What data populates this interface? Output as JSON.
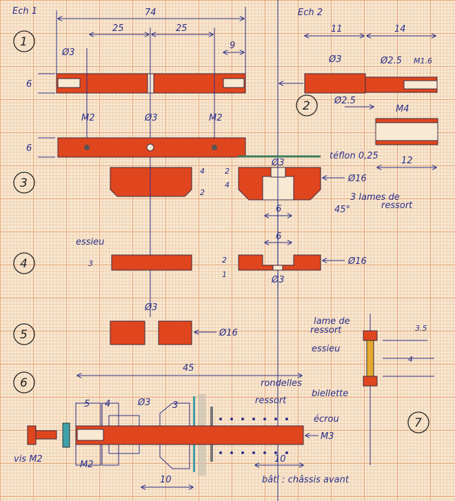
{
  "scales": {
    "left": "Ech 1",
    "right": "Ech 2"
  },
  "parts": {
    "p1": {
      "number": "1",
      "dim_total": "74",
      "dim_a": "25",
      "dim_b": "25",
      "dim_end": "9",
      "dia": "Ø3",
      "thread_left": "M2",
      "hole_center": "Ø3",
      "thread_right": "M2",
      "height_top": "6",
      "height_bottom": "6"
    },
    "p1b": {
      "dim_thick": "11",
      "dim_thin": "14",
      "dia_thick": "Ø3",
      "dia_thin": "Ø2.5",
      "thread": "M1.6"
    },
    "p2": {
      "number": "2",
      "thread": "M4",
      "bore": "Ø2.5",
      "length": "12"
    },
    "p3": {
      "number": "3",
      "teflon": "téflon 0,25",
      "bore": "Ø3",
      "dia": "Ø16",
      "springs": "3 lames de",
      "springs2": "ressort",
      "angle": "45°",
      "width": "6",
      "h1": "4",
      "h2": "2",
      "h3": "2",
      "h4": "4"
    },
    "p4": {
      "number": "4",
      "axle": "essieu",
      "h": "3",
      "width": "6",
      "dia": "Ø16",
      "bore": "Ø3",
      "h2": "2",
      "h3": "1"
    },
    "p5": {
      "number": "5",
      "bore": "Ø3",
      "dia": "Ø16"
    },
    "p6": {
      "number": "6",
      "total": "45",
      "w5": "5",
      "w4": "4",
      "shaft": "Ø3",
      "w3": "3",
      "washers": "rondelles",
      "spring": "ressort",
      "nut": "écrou",
      "nut_thread": "M3",
      "screw": "vis M2",
      "thread": "M2",
      "dist_a": "10",
      "dist_b": "10",
      "frame": "bâti : châssis avant"
    },
    "p7": {
      "number": "7",
      "leaf": "lame de",
      "leaf2": "ressort",
      "axle": "essieu",
      "rod": "biellette",
      "d1": "3.5",
      "d2": "4"
    }
  },
  "colors": {
    "part": "#e0461e",
    "ink": "#2a2f8a",
    "paper": "#f7e9d2"
  }
}
